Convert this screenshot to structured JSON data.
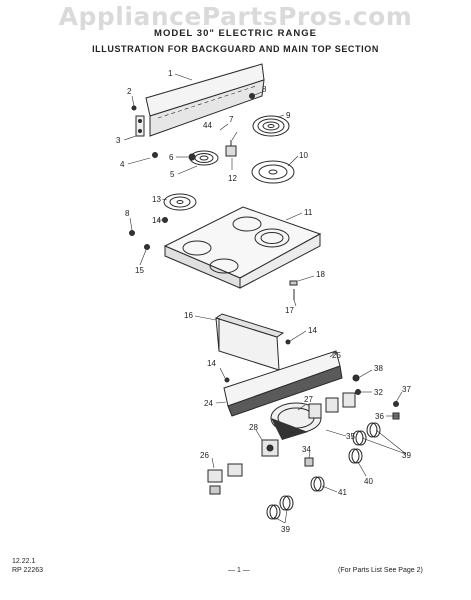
{
  "header": {
    "watermark": "AppliancePartsPros.com",
    "title_line1": "MODEL 30\" ELECTRIC RANGE",
    "title_line2": "ILLUSTRATION FOR BACKGUARD AND MAIN TOP SECTION"
  },
  "callouts": {
    "c1": "1",
    "c2": "2",
    "c3": "3",
    "c4": "4",
    "c5": "5",
    "c6": "6",
    "c7": "7",
    "c8a": "8",
    "c8b": "8",
    "c9": "9",
    "c10": "10",
    "c11": "11",
    "c12": "12",
    "c13": "13",
    "c14a": "14",
    "c14b": "14",
    "c14c": "14",
    "c15": "15",
    "c16": "16",
    "c17": "17",
    "c18": "18",
    "c24": "24",
    "c25": "25",
    "c26": "26",
    "c27": "27",
    "c28": "28",
    "c32": "32",
    "c34": "34",
    "c35": "35",
    "c36": "36",
    "c37": "37",
    "c38": "38",
    "c39a": "39",
    "c39b": "39",
    "c40": "40",
    "c41": "41",
    "c44": "44"
  },
  "footer": {
    "code1": "12.22.1",
    "code2": "RP 22263",
    "page": "— 1 —",
    "note": "(For Parts List See Page 2)"
  }
}
